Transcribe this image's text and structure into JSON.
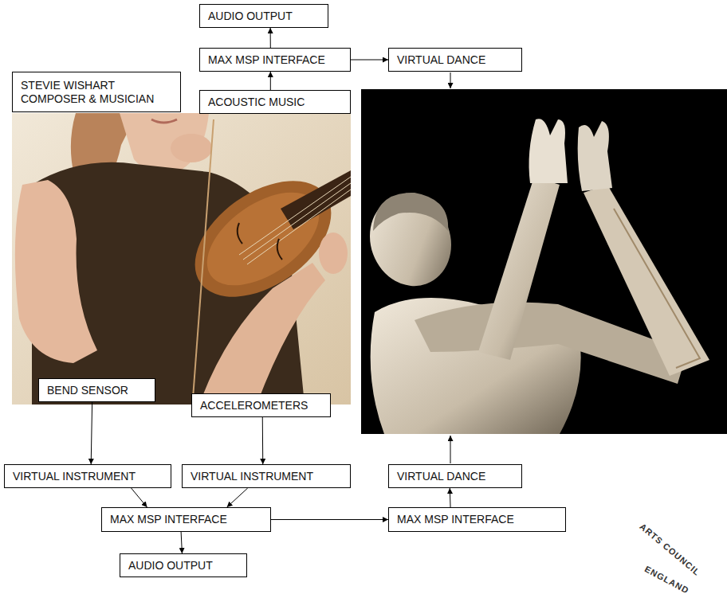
{
  "diagram": {
    "nodes": [
      {
        "text": [
          "AUDIO OUTPUT"
        ]
      },
      {
        "text": [
          "MAX MSP INTERFACE"
        ]
      },
      {
        "text": [
          "VIRTUAL DANCE"
        ]
      },
      {
        "text": [
          "STEVIE WISHART COMPOSER & MUSICIAN"
        ]
      },
      {
        "text": [
          "ACOUSTIC MUSIC"
        ]
      },
      {
        "text": [
          "BEND SENSOR"
        ]
      },
      {
        "text": [
          "ACCELEROMETERS"
        ]
      },
      {
        "text": [
          "VIRTUAL INSTRUMENT"
        ]
      },
      {
        "text": [
          "VIRTUAL INSTRUMENT"
        ]
      },
      {
        "text": [
          "VIRTUAL DANCE"
        ]
      },
      {
        "text": [
          "MAX MSP INTERFACE"
        ]
      },
      {
        "text": [
          "MAX MSP INTERFACE"
        ]
      },
      {
        "text": [
          "AUDIO OUTPUT"
        ]
      }
    ],
    "edges": [
      {
        "from": 4,
        "to": 1,
        "arrow": "to"
      },
      {
        "from": 1,
        "to": 0,
        "arrow": "to"
      },
      {
        "from": 1,
        "to": 2,
        "arrow": "to"
      },
      {
        "from": 5,
        "to": 7,
        "arrow": "to"
      },
      {
        "from": 6,
        "to": 8,
        "arrow": "to"
      },
      {
        "from": 7,
        "to": 10,
        "arrow": "to"
      },
      {
        "from": 8,
        "to": 10,
        "arrow": "to"
      },
      {
        "from": 10,
        "to": 12,
        "arrow": "to"
      },
      {
        "from": 10,
        "to": 11,
        "arrow": "to"
      },
      {
        "from": 11,
        "to": 9,
        "arrow": "to"
      }
    ],
    "labels": [
      "ARTS COUNCIL",
      "ENGLAND"
    ]
  }
}
